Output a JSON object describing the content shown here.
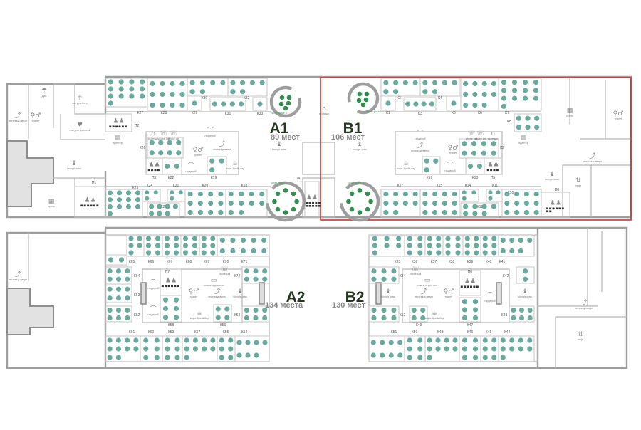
{
  "colors": {
    "seat": "#68ab9c",
    "open_space_seat": "#2f8f4e",
    "wall": "#9e9e9e",
    "highlight": "#d32f2f",
    "chair": "#333333"
  },
  "selected_zone": "B1",
  "zones": [
    {
      "name": "A1",
      "capacity": "89 мест",
      "rooms": [
        {
          "label": "К27",
          "seats": 13
        },
        {
          "label": "К28",
          "seats": 12
        },
        {
          "label": "К30",
          "seats": 6
        },
        {
          "label": "К29",
          "seats": 1
        },
        {
          "label": "К31",
          "seats": 4
        },
        {
          "label": "К32",
          "seats": 6
        },
        {
          "label": "К33",
          "seats": 1
        },
        {
          "label": "К26",
          "seats": 8
        },
        {
          "label": "К22",
          "seats": 2
        },
        {
          "label": "К19",
          "seats": 3
        },
        {
          "label": "К25",
          "seats": 13
        },
        {
          "label": "К24",
          "seats": 3
        },
        {
          "label": "К23",
          "seats": 7
        },
        {
          "label": "К21",
          "seats": 3
        },
        {
          "label": "К20",
          "seats": 12
        },
        {
          "label": "К18",
          "seats": 10
        }
      ],
      "meeting": [
        {
          "label": "П1"
        },
        {
          "label": "П2"
        },
        {
          "label": "П3"
        },
        {
          "label": "П4"
        }
      ],
      "open_spaces": [
        {
          "label": "open space 4",
          "seats": 5
        },
        {
          "label": "open space 3",
          "seats": 8
        }
      ]
    },
    {
      "name": "B1",
      "capacity": "106 мест",
      "rooms": [
        {
          "label": "К2",
          "seats": 6
        },
        {
          "label": "К1",
          "seats": 1
        },
        {
          "label": "К3",
          "seats": 4
        },
        {
          "label": "К4",
          "seats": 6
        },
        {
          "label": "К5",
          "seats": 1
        },
        {
          "label": "К6",
          "seats": 11
        },
        {
          "label": "К7",
          "seats": 13
        },
        {
          "label": "К8",
          "seats": 6
        },
        {
          "label": "К9",
          "seats": 8
        },
        {
          "label": "К13",
          "seats": 2
        },
        {
          "label": "К16",
          "seats": 3
        },
        {
          "label": "К17",
          "seats": 10
        },
        {
          "label": "К15",
          "seats": 12
        },
        {
          "label": "К14",
          "seats": 3
        },
        {
          "label": "К12",
          "seats": 7
        },
        {
          "label": "К11",
          "seats": 3
        },
        {
          "label": "К10",
          "seats": 12
        }
      ],
      "meeting": [
        {
          "label": "П5"
        },
        {
          "label": "П6"
        }
      ],
      "open_spaces": [
        {
          "label": "open space 1",
          "seats": 5
        },
        {
          "label": "open space 2",
          "seats": 8
        }
      ]
    },
    {
      "name": "A2",
      "capacity": "134 места",
      "rooms": [
        {
          "label": "К65",
          "seats": 2
        },
        {
          "label": "К66",
          "seats": 5
        },
        {
          "label": "К67",
          "seats": 6
        },
        {
          "label": "К68",
          "seats": 6
        },
        {
          "label": "К69",
          "seats": 6
        },
        {
          "label": "К70",
          "seats": 6
        },
        {
          "label": "К71",
          "seats": 10
        },
        {
          "label": "К64",
          "seats": 6
        },
        {
          "label": "К63",
          "seats": 6
        },
        {
          "label": "К62",
          "seats": 6
        },
        {
          "label": "К58",
          "seats": 6
        },
        {
          "label": "К56",
          "seats": 4
        },
        {
          "label": "К72",
          "seats": 6
        },
        {
          "label": "К53",
          "seats": 6
        },
        {
          "label": "К61",
          "seats": 10
        },
        {
          "label": "К60",
          "seats": 6
        },
        {
          "label": "К59",
          "seats": 6
        },
        {
          "label": "К57",
          "seats": 9
        },
        {
          "label": "К55",
          "seats": 6
        },
        {
          "label": "К54",
          "seats": 7
        }
      ],
      "meeting": [
        {
          "label": "П7"
        }
      ],
      "open_spaces": []
    },
    {
      "name": "B2",
      "capacity": "130 мест",
      "rooms": [
        {
          "label": "К35",
          "seats": 7
        },
        {
          "label": "К36",
          "seats": 6
        },
        {
          "label": "К37",
          "seats": 6
        },
        {
          "label": "К38",
          "seats": 6
        },
        {
          "label": "К39",
          "seats": 6
        },
        {
          "label": "К40",
          "seats": 6
        },
        {
          "label": "К41",
          "seats": 7
        },
        {
          "label": "К34",
          "seats": 6
        },
        {
          "label": "К52",
          "seats": 6
        },
        {
          "label": "К49",
          "seats": 4
        },
        {
          "label": "К47",
          "seats": 6
        },
        {
          "label": "К42",
          "seats": 2
        },
        {
          "label": "К43",
          "seats": 6
        },
        {
          "label": "К51",
          "seats": 8
        },
        {
          "label": "К50",
          "seats": 6
        },
        {
          "label": "К48",
          "seats": 9
        },
        {
          "label": "К46",
          "seats": 6
        },
        {
          "label": "К45",
          "seats": 6
        },
        {
          "label": "К44",
          "seats": 9
        }
      ],
      "meeting": [
        {
          "label": "П8"
        }
      ],
      "open_spaces": []
    }
  ],
  "facilities": [
    {
      "label": "душ",
      "icon": "shower"
    },
    {
      "label": "туалет",
      "icon": "toilet"
    },
    {
      "label": "лестница вверх",
      "icon": "stairs"
    },
    {
      "label": "зал для йоги",
      "icon": "yoga"
    },
    {
      "label": "зал для фитнеса",
      "icon": "heart"
    },
    {
      "label": "принтер",
      "icon": "printer"
    },
    {
      "label": "lounge зона",
      "icon": "lounge"
    },
    {
      "label": "кухня",
      "icon": "kitchen"
    },
    {
      "label": "ресепшн",
      "icon": "reception"
    },
    {
      "label": "phone call",
      "icon": "phone"
    },
    {
      "label": "phone call",
      "icon": "phone"
    },
    {
      "label": "туалет",
      "icon": "toilet"
    },
    {
      "label": "гардероб",
      "icon": "hanger"
    },
    {
      "label": "лестница вверх",
      "icon": "stairs"
    },
    {
      "label": "гардероб",
      "icon": "hanger"
    },
    {
      "label": "кофе-брейк бар",
      "icon": "coffee"
    },
    {
      "label": "lounge зона",
      "icon": "lounge"
    },
    {
      "label": "ресепшн",
      "icon": "reception"
    },
    {
      "label": "lounge зона",
      "icon": "lounge"
    },
    {
      "label": "гардероб",
      "icon": "hanger"
    },
    {
      "label": "лестница вверх",
      "icon": "stairs"
    },
    {
      "label": "туалет",
      "icon": "toilet"
    },
    {
      "label": "кофе-брейк бар",
      "icon": "coffee"
    },
    {
      "label": "гардероб",
      "icon": "hanger"
    },
    {
      "label": "phone call",
      "icon": "phone"
    },
    {
      "label": "phone call",
      "icon": "phone"
    },
    {
      "label": "ресепшн",
      "icon": "reception"
    },
    {
      "label": "принтер",
      "icon": "printer"
    },
    {
      "label": "кухня",
      "icon": "kitchen"
    },
    {
      "label": "туалет",
      "icon": "toilet"
    },
    {
      "label": "лестница вверх",
      "icon": "stairs"
    },
    {
      "label": "lounge зона",
      "icon": "lounge"
    },
    {
      "label": "лифт",
      "icon": "lift"
    },
    {
      "label": "лестница вверх",
      "icon": "stairs"
    },
    {
      "label": "гардероб",
      "icon": "hanger"
    },
    {
      "label": "гардероб",
      "icon": "hanger"
    },
    {
      "label": "туалет",
      "icon": "toilet"
    },
    {
      "label": "комната для сна",
      "icon": "bed"
    },
    {
      "label": "phone call",
      "icon": "phone"
    },
    {
      "label": "лестница вверх",
      "icon": "stairs"
    },
    {
      "label": "lounge зона",
      "icon": "lounge"
    },
    {
      "label": "кофе-брейк бар",
      "icon": "coffee"
    },
    {
      "label": "phone call",
      "icon": "phone"
    },
    {
      "label": "комната для сна",
      "icon": "bed"
    },
    {
      "label": "лестница вверх",
      "icon": "stairs"
    },
    {
      "label": "туалет",
      "icon": "toilet"
    },
    {
      "label": "гардероб",
      "icon": "hanger"
    },
    {
      "label": "lounge зона",
      "icon": "lounge"
    },
    {
      "label": "lounge зона",
      "icon": "lounge"
    },
    {
      "label": "кофе-брейк бар",
      "icon": "coffee"
    },
    {
      "label": "лестница вверх",
      "icon": "stairs"
    },
    {
      "label": "лифт",
      "icon": "lift"
    }
  ]
}
